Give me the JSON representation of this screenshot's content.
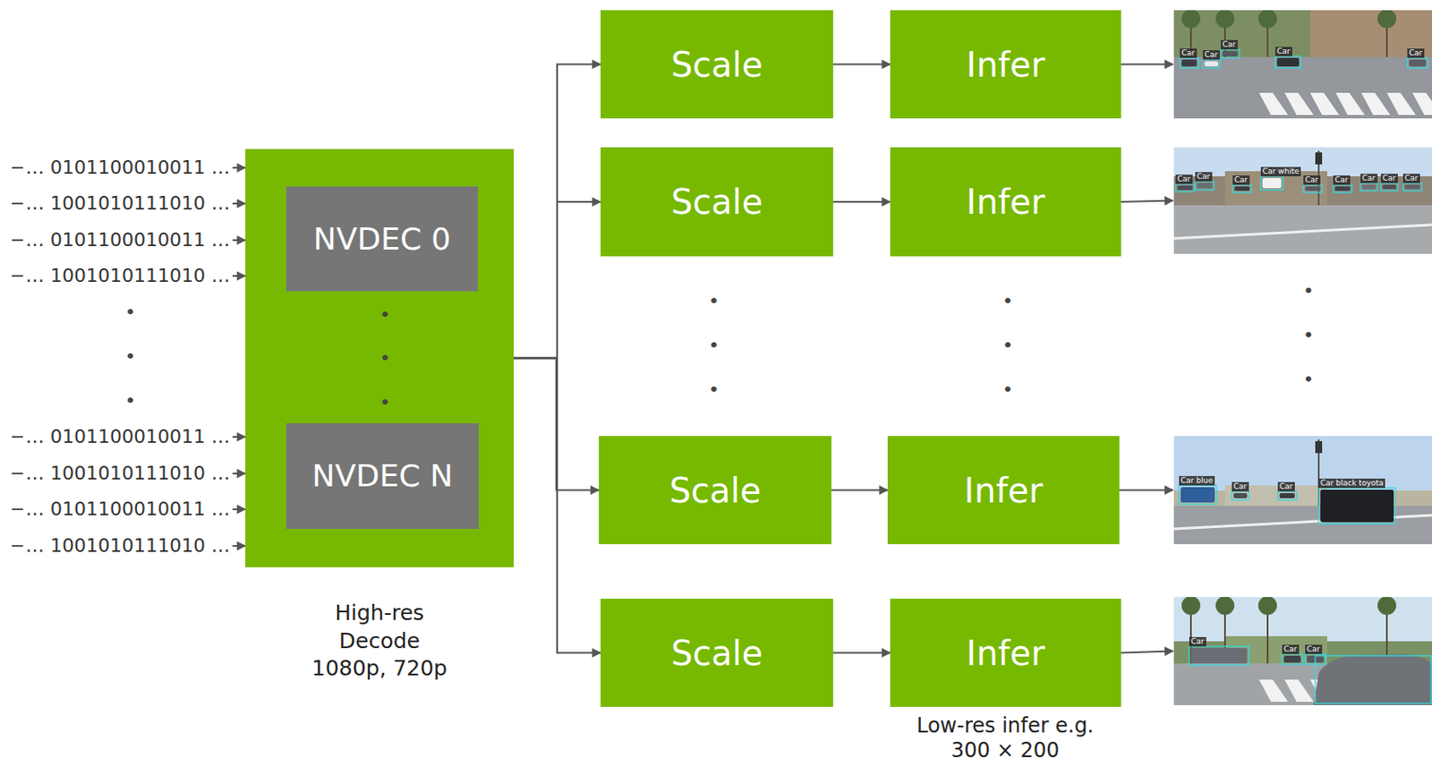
{
  "diagram": {
    "nodes": [
      {
        "text": [
          "High-res Decode 1080p, 720p"
        ]
      },
      {
        "text": [
          "NVDEC 0"
        ],
        "in": 0
      },
      {
        "text": [
          "NVDEC N"
        ],
        "in": 0
      },
      {
        "text": [
          "Scale"
        ]
      },
      {
        "text": [
          "Infer"
        ]
      },
      {
        "text": [
          "Scale"
        ]
      },
      {
        "text": [
          "Infer"
        ]
      },
      {
        "text": [
          "Scale"
        ]
      },
      {
        "text": [
          "Infer"
        ]
      },
      {
        "text": [
          "Scale"
        ]
      },
      {
        "text": [
          "Infer"
        ]
      }
    ],
    "edges": [
      {
        "from": 0,
        "to": 3,
        "arrow": "to"
      },
      {
        "from": 3,
        "to": 4,
        "arrow": "to"
      },
      {
        "from": 0,
        "to": 5,
        "arrow": "to"
      },
      {
        "from": 5,
        "to": 6,
        "arrow": "to"
      },
      {
        "from": 0,
        "to": 7,
        "arrow": "to"
      },
      {
        "from": 7,
        "to": 8,
        "arrow": "to"
      },
      {
        "from": 0,
        "to": 9,
        "arrow": "to"
      },
      {
        "from": 9,
        "to": 10,
        "arrow": "to"
      }
    ],
    "labels": [
      "… 0101100010011 …",
      "… 1001010111010 …",
      "… 0101100010011 …",
      "… 1001010111010 …",
      "… 0101100010011 …",
      "… 1001010111010 …",
      "… 0101100010011 …",
      "… 1001010111010 …",
      "•",
      "•",
      "•",
      "•",
      "•",
      "•",
      "•",
      "•",
      "•",
      "•",
      "•",
      "•",
      "•",
      "•",
      "•",
      "Low-res infer e.g. 300 × 200",
      "Car",
      "Car",
      "Car",
      "Car",
      "Car",
      "Car",
      "Car",
      "Car",
      "Car white",
      "Car",
      "Car",
      "Car",
      "Car",
      "Car",
      "Car blue",
      "Car",
      "Car",
      "Car black toyota",
      "Car",
      "Car",
      "Car"
    ]
  }
}
